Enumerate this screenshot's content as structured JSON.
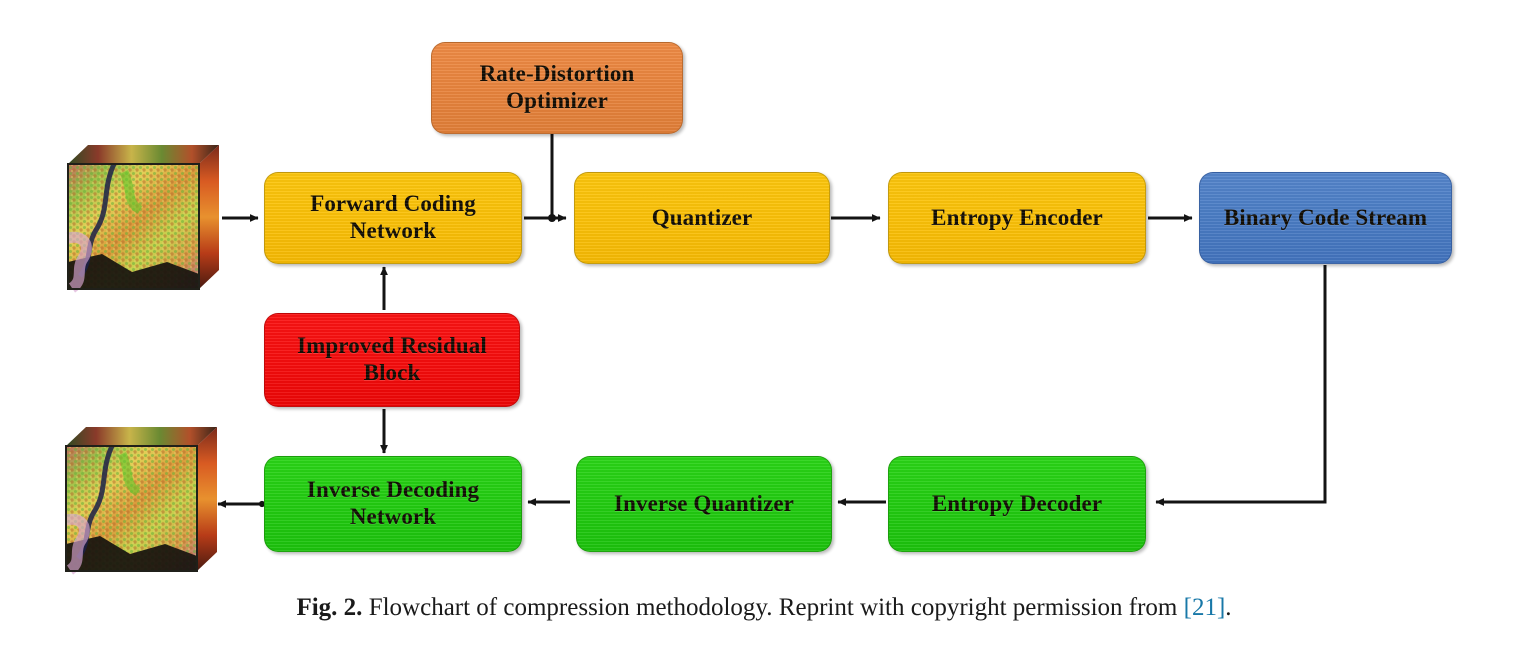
{
  "figure": {
    "caption_prefix": "Fig. 2.",
    "caption_text": "Flowchart of compression methodology. Reprint with copyright permission from",
    "caption_citation": "[21]",
    "caption_end": "."
  },
  "colors": {
    "orange": "#e8843d",
    "yellow": "#fbc108",
    "blue": "#4a7cc4",
    "red": "#f50d0d",
    "green": "#22cc11",
    "arrow": "#141414",
    "citation_link": "#1878a8",
    "background": "#ffffff"
  },
  "nodes": {
    "rate_distortion_optimizer": {
      "label": "Rate-Distortion Optimizer",
      "color": "orange"
    },
    "forward_coding_network": {
      "label": "Forward Coding Network",
      "color": "yellow"
    },
    "quantizer": {
      "label": "Quantizer",
      "color": "yellow"
    },
    "entropy_encoder": {
      "label": "Entropy Encoder",
      "color": "yellow"
    },
    "binary_code_stream": {
      "label": "Binary Code Stream",
      "color": "blue"
    },
    "improved_residual_block": {
      "label": "Improved Residual Block",
      "color": "red"
    },
    "inverse_decoding_network": {
      "label": "Inverse Decoding Network",
      "color": "green"
    },
    "inverse_quantizer": {
      "label": "Inverse Quantizer",
      "color": "green"
    },
    "entropy_decoder": {
      "label": "Entropy Decoder",
      "color": "green"
    }
  },
  "images": {
    "input_cube": {
      "name": "input-hyperspectral-cube",
      "description": "Hyperspectral image data cube (input)"
    },
    "output_cube": {
      "name": "output-hyperspectral-cube",
      "description": "Hyperspectral image data cube (reconstructed output)"
    }
  },
  "connections": [
    {
      "from": "input_cube",
      "to": "forward_coding_network"
    },
    {
      "from": "forward_coding_network",
      "to": "quantizer"
    },
    {
      "from": "rate_distortion_optimizer",
      "to": "quantizer"
    },
    {
      "from": "quantizer",
      "to": "entropy_encoder"
    },
    {
      "from": "entropy_encoder",
      "to": "binary_code_stream"
    },
    {
      "from": "binary_code_stream",
      "to": "entropy_decoder"
    },
    {
      "from": "entropy_decoder",
      "to": "inverse_quantizer"
    },
    {
      "from": "inverse_quantizer",
      "to": "inverse_decoding_network"
    },
    {
      "from": "inverse_decoding_network",
      "to": "output_cube"
    },
    {
      "from": "improved_residual_block",
      "to": "forward_coding_network"
    },
    {
      "from": "improved_residual_block",
      "to": "inverse_decoding_network"
    }
  ]
}
